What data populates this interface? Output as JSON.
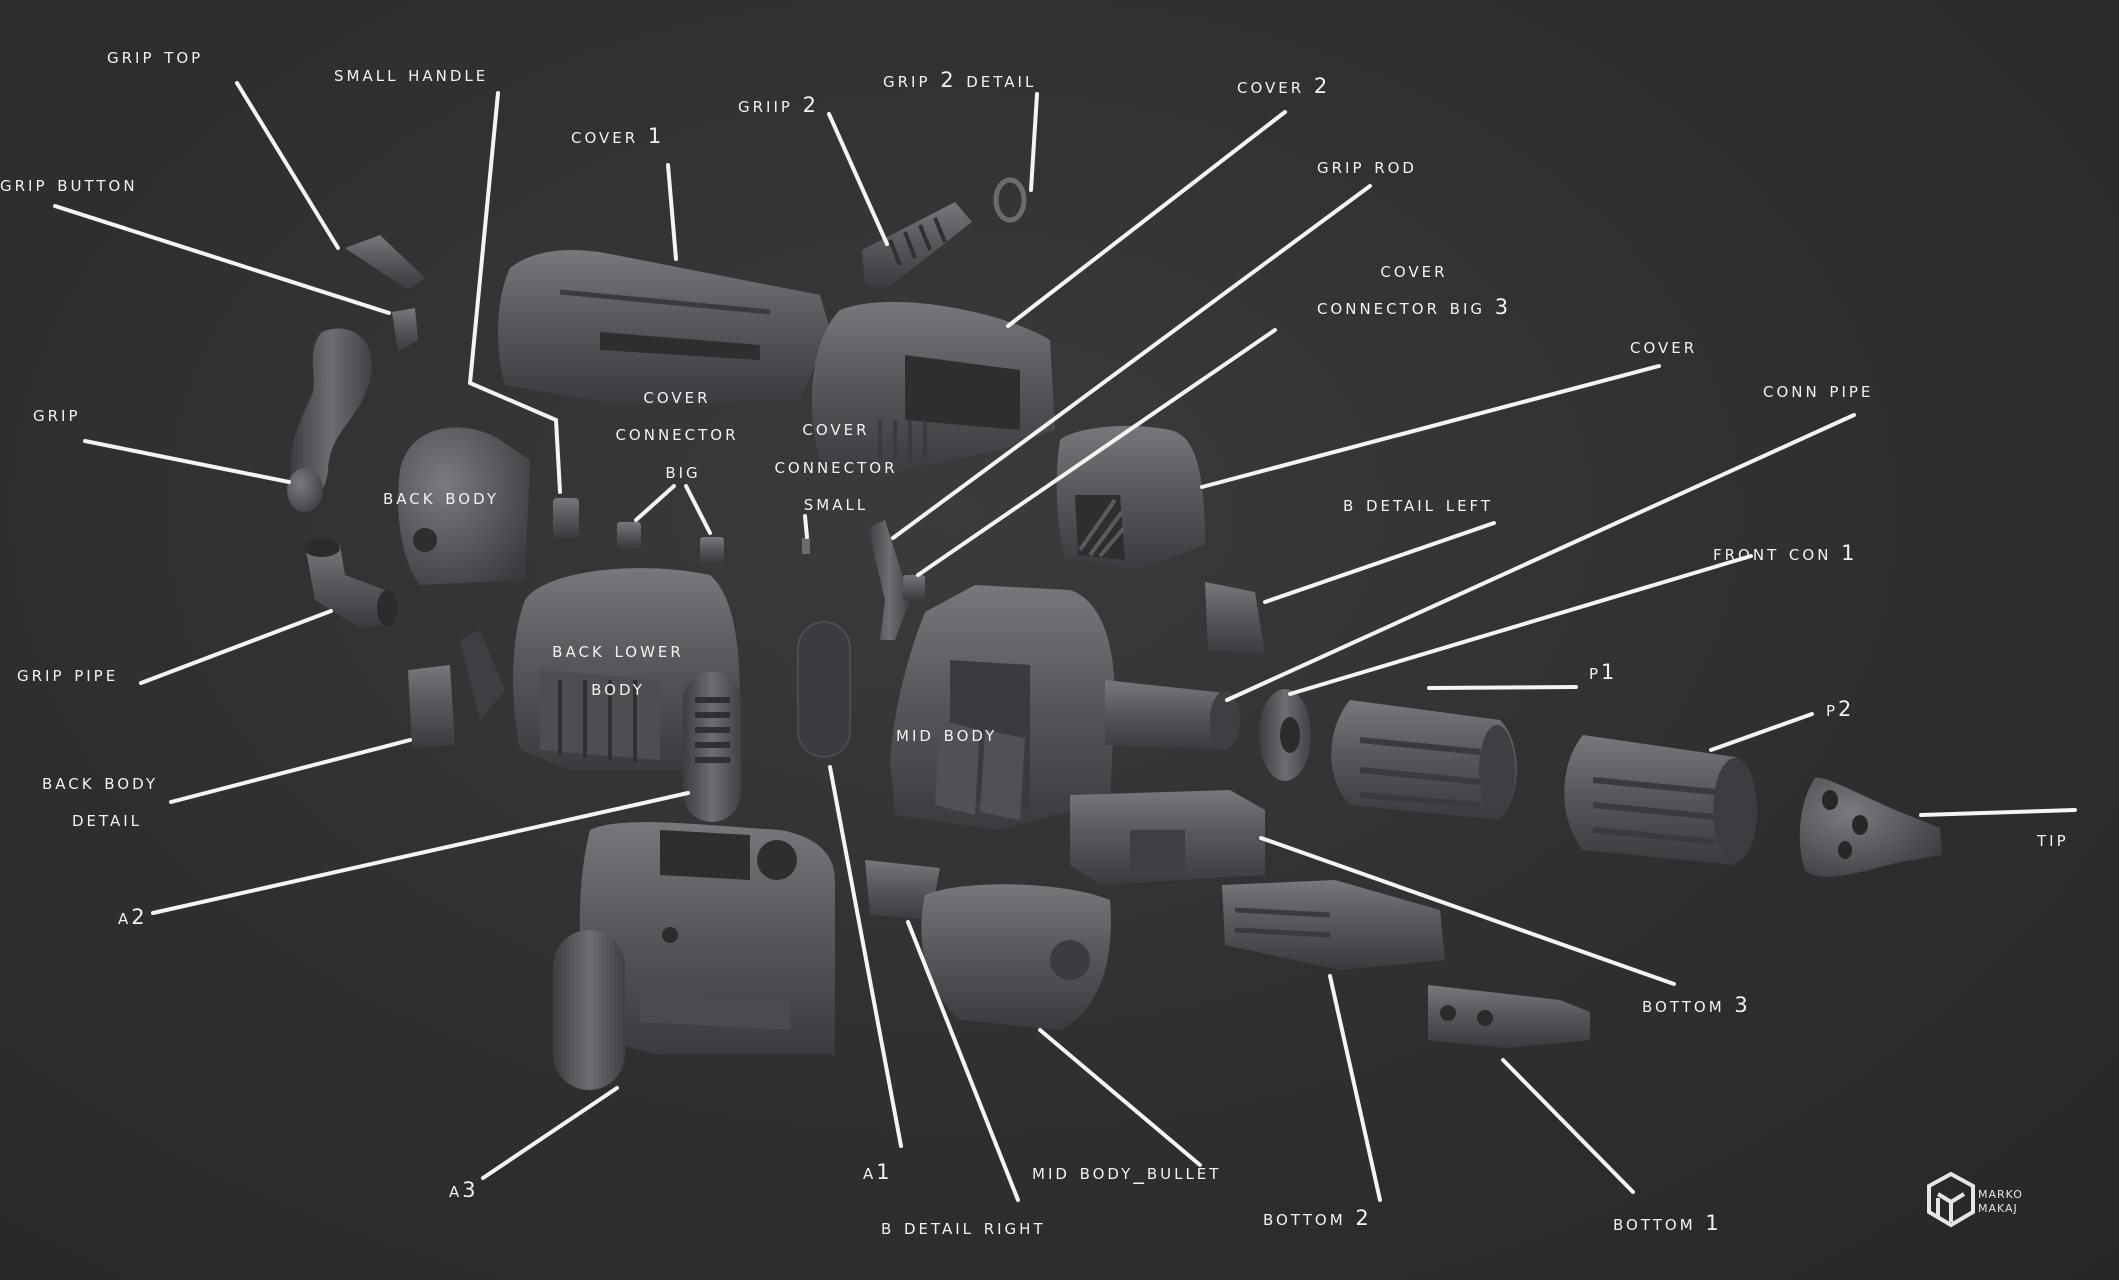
{
  "labels": {
    "grip_top": "GRIP TOP",
    "small_handle": "SMALL HANDLE",
    "griip_2": "GRIIP 2",
    "grip_2_detail": "GRIP 2 DETAIL",
    "cover_2": "COVER 2",
    "grip_rod": "GRIP ROD",
    "cover_1": "COVER 1",
    "grip_button": "GRIP BUTTON",
    "cover_connector_big_3_line1": "COVER",
    "cover_connector_big_3_line2": "CONNECTOR BIG 3",
    "cover": "COVER",
    "conn_pipe": "CONN PIPE",
    "grip": "GRIP",
    "cover_connector_big_line1": "COVER",
    "cover_connector_big_line2": "CONNECTOR",
    "cover_connector_big_line3": "BIG",
    "cover_connector_small_line1": "COVER",
    "cover_connector_small_line2": "CONNECTOR",
    "cover_connector_small_line3": "SMALL",
    "back_body": "BACK BODY",
    "b_detail_left": "B DETAIL LEFT",
    "front_con_1": "FRONT CON 1",
    "back_lower_body_line1": "BACK LOWER",
    "back_lower_body_line2": "BODY",
    "grip_pipe": "GRIP PIPE",
    "p1": "P1",
    "p2": "P2",
    "mid_body": "MID BODY",
    "tip": "TIP",
    "back_body_detail_line1": "BACK BODY",
    "back_body_detail_line2": "DETAIL",
    "a2": "A2",
    "bottom_3": "BOTTOM 3",
    "a1": "A1",
    "mid_body_bullet": "MID BODY_BULLET",
    "a3": "A3",
    "bottom_2": "BOTTOM 2",
    "bottom_1": "BOTTOM 1",
    "b_detail_right": "B DETAIL RIGHT"
  },
  "logo": {
    "line1": "MARKO",
    "line2": "MAKAJ"
  },
  "colors": {
    "background": "#2e2f31",
    "part": "#5a5b5e",
    "part_dark": "#3d3e41",
    "part_light": "#8a8b8e",
    "text": "#f2f2f2",
    "leader": "#f4f4f4"
  }
}
